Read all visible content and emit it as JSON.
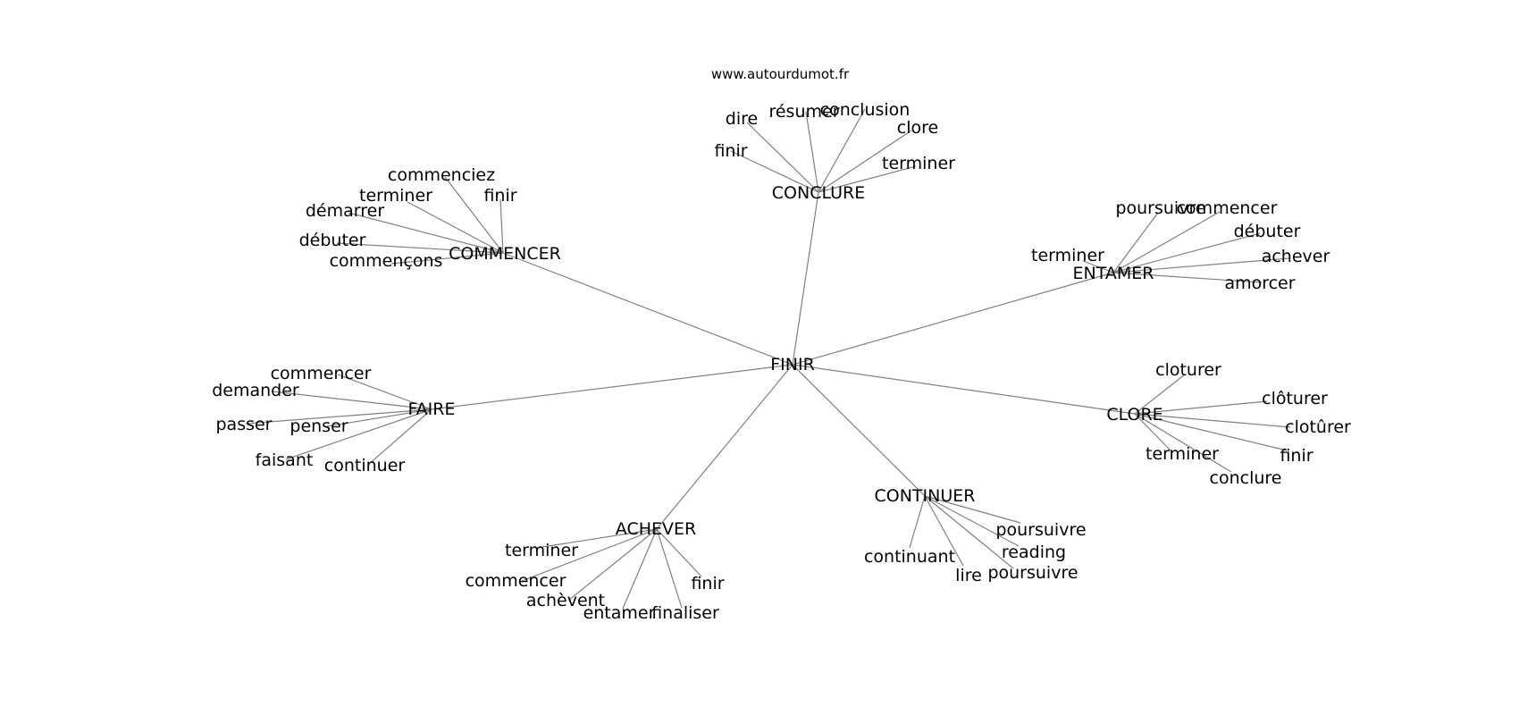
{
  "credit": "www.autourdumot.fr",
  "center": {
    "id": "finir",
    "label": "FINIR"
  },
  "hubs": [
    {
      "id": "conclure",
      "label": "CONCLURE",
      "leaves": [
        {
          "id": "c-dire",
          "label": "dire"
        },
        {
          "id": "c-resumer",
          "label": "résumer"
        },
        {
          "id": "c-conclusion",
          "label": "conclusion"
        },
        {
          "id": "c-clore",
          "label": "clore"
        },
        {
          "id": "c-finir",
          "label": "finir"
        },
        {
          "id": "c-terminer",
          "label": "terminer"
        }
      ]
    },
    {
      "id": "commencer",
      "label": "COMMENCER",
      "leaves": [
        {
          "id": "m-commenciez",
          "label": "commenciez"
        },
        {
          "id": "m-terminer",
          "label": "terminer"
        },
        {
          "id": "m-finir",
          "label": "finir"
        },
        {
          "id": "m-demarrer",
          "label": "démarrer"
        },
        {
          "id": "m-debuter",
          "label": "débuter"
        },
        {
          "id": "m-commencons",
          "label": "commençons"
        }
      ]
    },
    {
      "id": "entamer",
      "label": "ENTAMER",
      "leaves": [
        {
          "id": "e-poursuivre",
          "label": "poursuivre"
        },
        {
          "id": "e-commencer",
          "label": "commencer"
        },
        {
          "id": "e-debuter",
          "label": "débuter"
        },
        {
          "id": "e-terminer",
          "label": "terminer"
        },
        {
          "id": "e-achever",
          "label": "achever"
        },
        {
          "id": "e-amorcer",
          "label": "amorcer"
        }
      ]
    },
    {
      "id": "faire",
      "label": "FAIRE",
      "leaves": [
        {
          "id": "f-commencer",
          "label": "commencer"
        },
        {
          "id": "f-demander",
          "label": "demander"
        },
        {
          "id": "f-passer",
          "label": "passer"
        },
        {
          "id": "f-penser",
          "label": "penser"
        },
        {
          "id": "f-faisant",
          "label": "faisant"
        },
        {
          "id": "f-continuer",
          "label": "continuer"
        }
      ]
    },
    {
      "id": "clore",
      "label": "CLORE",
      "leaves": [
        {
          "id": "l-cloturer",
          "label": "cloturer"
        },
        {
          "id": "l-cloturer2",
          "label": "clôturer"
        },
        {
          "id": "l-cloturer3",
          "label": "clotûrer"
        },
        {
          "id": "l-terminer",
          "label": "terminer"
        },
        {
          "id": "l-finir",
          "label": "finir"
        },
        {
          "id": "l-conclure",
          "label": "conclure"
        }
      ]
    },
    {
      "id": "continuer",
      "label": "CONTINUER",
      "leaves": [
        {
          "id": "n-poursuivre",
          "label": "poursuivre"
        },
        {
          "id": "n-reading",
          "label": "reading"
        },
        {
          "id": "n-continuant",
          "label": "continuant"
        },
        {
          "id": "n-lire",
          "label": "lire"
        },
        {
          "id": "n-poursuivre2",
          "label": "poursuivre"
        }
      ]
    },
    {
      "id": "achever",
      "label": "ACHEVER",
      "leaves": [
        {
          "id": "a-terminer",
          "label": "terminer"
        },
        {
          "id": "a-commencer",
          "label": "commencer"
        },
        {
          "id": "a-achevent",
          "label": "achèvent"
        },
        {
          "id": "a-entamer",
          "label": "entamer"
        },
        {
          "id": "a-finaliser",
          "label": "finaliser"
        },
        {
          "id": "a-finir",
          "label": "finir"
        }
      ]
    }
  ]
}
